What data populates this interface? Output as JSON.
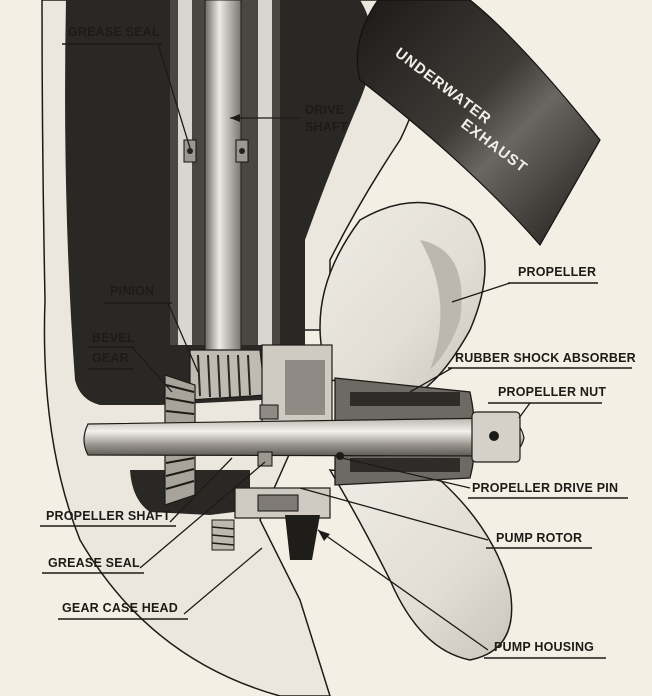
{
  "labels": {
    "grease_seal_top": "GREASE SEAL",
    "drive_shaft_1": "DRIVE",
    "drive_shaft_2": "SHAFT",
    "exhaust_1": "UNDERWATER",
    "exhaust_2": "EXHAUST",
    "propeller": "PROPELLER",
    "pinion": "PINION",
    "bevel_gear_1": "BEVEL",
    "bevel_gear_2": "GEAR",
    "rubber_shock_absorber": "RUBBER SHOCK ABSORBER",
    "propeller_nut": "PROPELLER NUT",
    "propeller_drive_pin": "PROPELLER DRIVE PIN",
    "propeller_shaft": "PROPELLER SHAFT",
    "pump_rotor": "PUMP ROTOR",
    "grease_seal_bottom": "GREASE SEAL",
    "gear_case_head": "GEAR CASE HEAD",
    "pump_housing": "PUMP HOUSING"
  },
  "colors": {
    "paper": "#f4efe4",
    "ink": "#1d1b18",
    "dark_metal": "#2a2825",
    "mid_metal": "#8f8b84",
    "light_metal": "#d6d2ca"
  }
}
